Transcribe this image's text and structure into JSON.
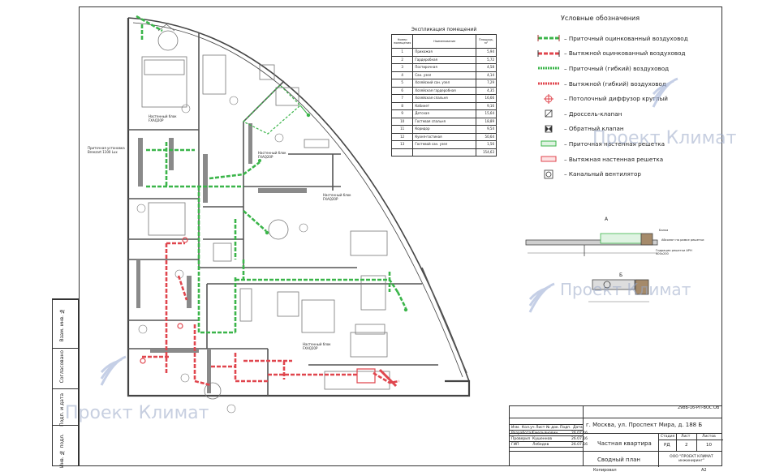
{
  "explication": {
    "title": "Экспликация помещений",
    "headers": [
      "Номер помещения",
      "Наименование",
      "Площадь, м²"
    ],
    "rows": [
      [
        "1",
        "Прихожая",
        "5,94"
      ],
      [
        "2",
        "Гардеробная",
        "5,72"
      ],
      [
        "3",
        "Постирочная",
        "4,58"
      ],
      [
        "4",
        "Сан. узел",
        "4,14"
      ],
      [
        "5",
        "Хозяйский сан. узел",
        "7,29"
      ],
      [
        "6",
        "Хозяйская гардеробная",
        "4,35"
      ],
      [
        "7",
        "Хозяйская спальня",
        "16,66"
      ],
      [
        "8",
        "Кабинет",
        "9,16"
      ],
      [
        "9",
        "Детская",
        "15,64"
      ],
      [
        "10",
        "Гостевая спальня",
        "18,89"
      ],
      [
        "11",
        "Коридор",
        "9,54"
      ],
      [
        "12",
        "Кухня-гостиная",
        "50,64"
      ],
      [
        "13",
        "Гостевой сан. узел",
        "1,56"
      ]
    ],
    "total": "154,63"
  },
  "legend": {
    "title": "Условные обозначения",
    "items": [
      {
        "icon": "supply-galvanized-duct-icon",
        "label": "– Приточный оцинкованный воздуховод",
        "color": "#3bb54a"
      },
      {
        "icon": "exhaust-galvanized-duct-icon",
        "label": "– Вытяжной оцинкованный воздуховод",
        "color": "#e0464e"
      },
      {
        "icon": "supply-flexible-duct-icon",
        "label": "– Приточный (гибкий) воздуховод",
        "color": "#3bb54a"
      },
      {
        "icon": "exhaust-flexible-duct-icon",
        "label": "– Вытяжной (гибкий) воздуховод",
        "color": "#e0464e"
      },
      {
        "icon": "ceiling-diffuser-icon",
        "label": "– Потолочный диффузор круглый",
        "color": "#e0464e"
      },
      {
        "icon": "throttle-valve-icon",
        "label": "– Дроссель-клапан",
        "color": "#333333"
      },
      {
        "icon": "check-valve-icon",
        "label": "– Обратный клапан",
        "color": "#333333"
      },
      {
        "icon": "supply-grille-icon",
        "label": "– Приточная настенная решетка",
        "color": "#3bb54a"
      },
      {
        "icon": "exhaust-grille-icon",
        "label": "– Вытяжная настенная решетка",
        "color": "#e0464e"
      },
      {
        "icon": "duct-fan-icon",
        "label": "– Канальный вентилятор",
        "color": "#333333"
      }
    ]
  },
  "plan": {
    "unit_labels": [
      {
        "text": "Приточная установка",
        "sub": "Breezart 1100 Lux"
      },
      {
        "text": "Настенный блок",
        "sub": "FXAQ20P"
      },
      {
        "text": "Настенный блок",
        "sub": "FXAQ20P"
      },
      {
        "text": "Настенный блок",
        "sub": "FXAQ20P"
      },
      {
        "text": "Настенный блок",
        "sub": "FXAQ20P"
      }
    ],
    "section_a": "А",
    "section_b": "Б",
    "section_notes": [
      "Абсолют на рамке решетки",
      "Гидрация решетки АРН 400х200",
      "Балка"
    ]
  },
  "title_block": {
    "address": "г. Москва, ул. Проспект Мира, д. 188 Б",
    "object": "Частная квартира",
    "sheet_title": "Сводный план",
    "stage_label": "Стадия",
    "sheet_label": "Лист",
    "sheets_label": "Листов",
    "stage": "РД",
    "sheet": "2",
    "sheets": "10",
    "company": "ООО \"ПРОЕКТ КЛИМАТ инжиниринг\"",
    "doc_code": "298Б-16-РП-ВОС.ОВ",
    "roles": [
      {
        "role": "Разработал",
        "name": "Емельянович",
        "date": "26.07.16"
      },
      {
        "role": "Проверил",
        "name": "Кушеннов",
        "date": "26.07.16"
      },
      {
        "role": "ГИП",
        "name": "Лебедев",
        "date": "26.07.16"
      }
    ],
    "col_headers": [
      "Изм.",
      "Кол.уч",
      "Лист",
      "№ док.",
      "Подп.",
      "Дата"
    ],
    "copied": "Копировал",
    "format": "А2"
  },
  "watermark": "Проект Климат",
  "side": [
    "Согласовано",
    "Взам. инв. №",
    "Подп. и дата",
    "Инв. № подл."
  ]
}
